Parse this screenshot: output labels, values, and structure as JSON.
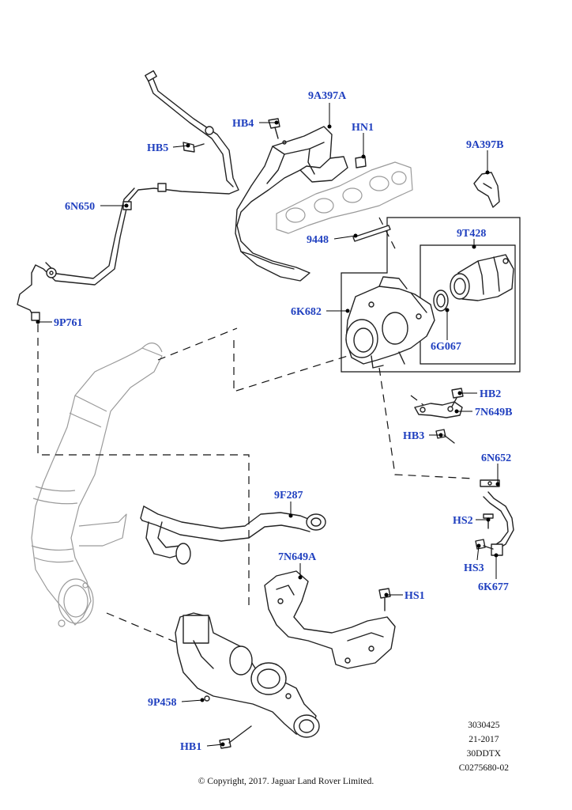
{
  "callouts": {
    "c_9A397A": "9A397A",
    "c_HB4": "HB4",
    "c_HN1": "HN1",
    "c_HB5": "HB5",
    "c_9A397B": "9A397B",
    "c_6N650": "6N650",
    "c_9T428": "9T428",
    "c_9448": "9448",
    "c_6K682": "6K682",
    "c_6G067": "6G067",
    "c_9P761": "9P761",
    "c_HB2": "HB2",
    "c_7N649B": "7N649B",
    "c_HB3": "HB3",
    "c_6N652": "6N652",
    "c_9F287": "9F287",
    "c_HS2": "HS2",
    "c_HS3": "HS3",
    "c_6K677": "6K677",
    "c_7N649A": "7N649A",
    "c_HS1": "HS1",
    "c_9P458": "9P458",
    "c_HB1": "HB1"
  },
  "reference": {
    "line1": "3030425",
    "line2": "21-2017",
    "line3": "30DDTX",
    "line4": "C0275680-02"
  },
  "copyright": "© Copyright, 2017. Jaguar Land Rover Limited."
}
